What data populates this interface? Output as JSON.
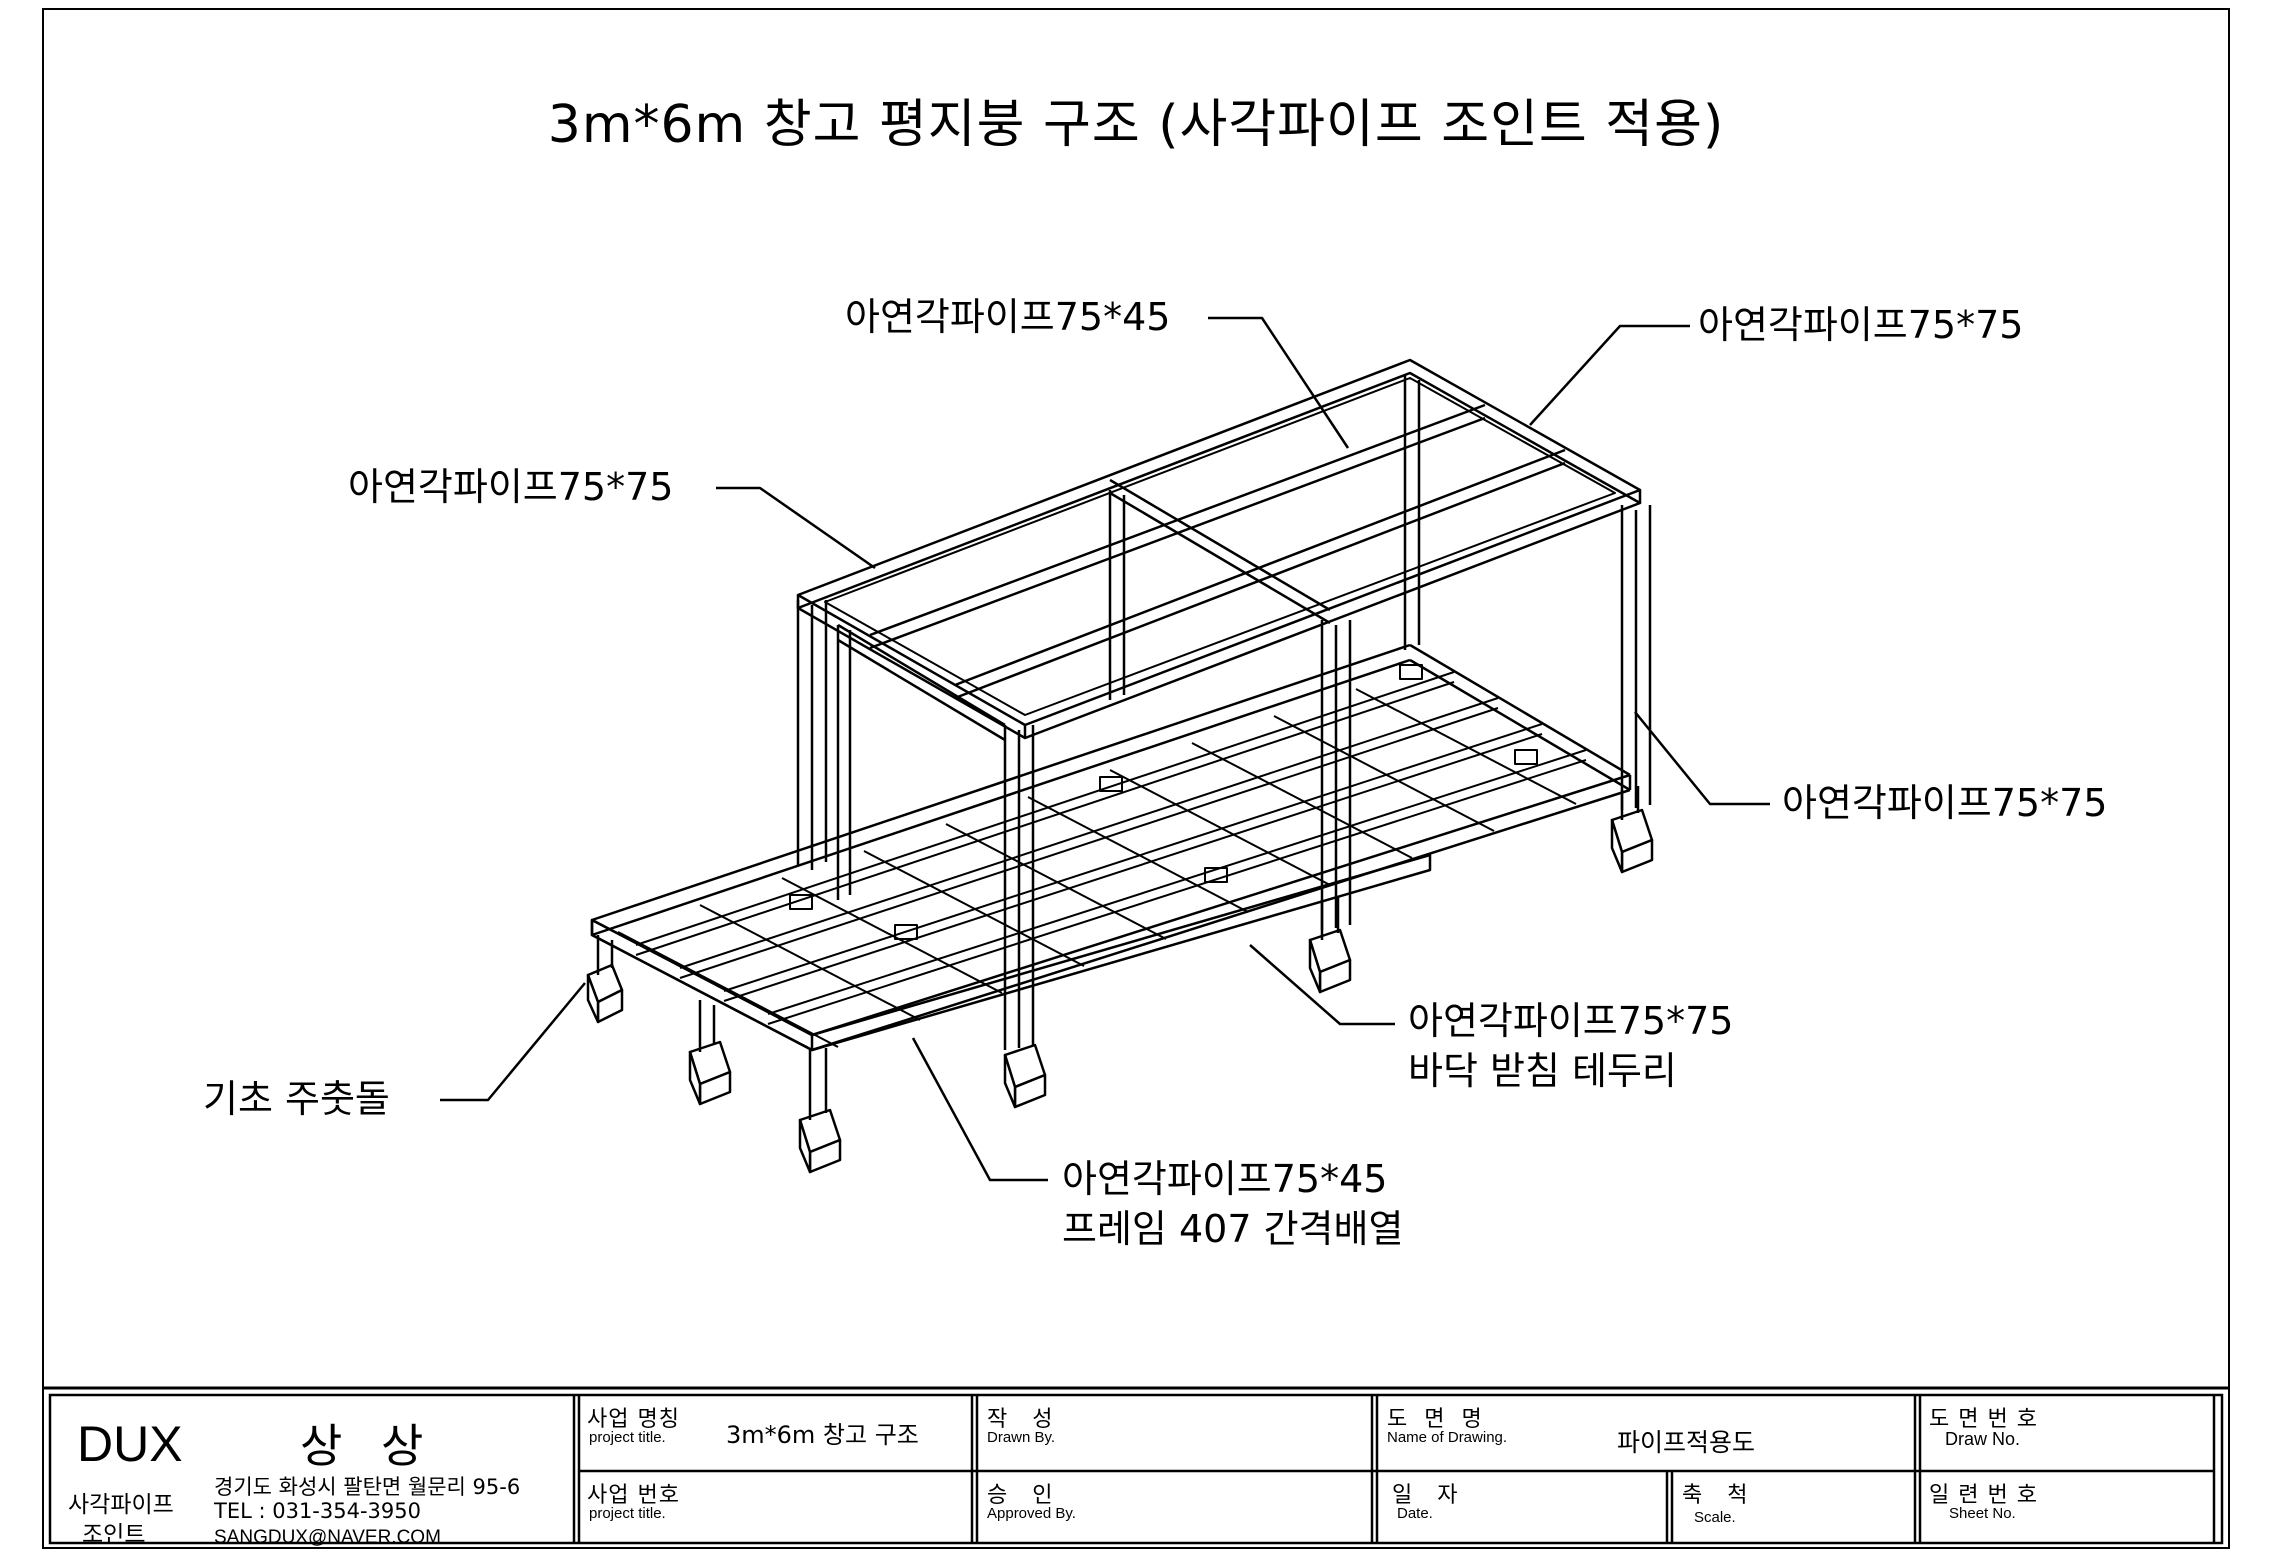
{
  "title": "3m*6m 창고 평지붕 구조 (사각파이프 조인트 적용)",
  "callouts": {
    "top_center": [
      "아연각파이프75*45"
    ],
    "top_right": [
      "아연각파이프75*75"
    ],
    "left_upper": [
      "아연각파이프75*75"
    ],
    "right_middle": [
      "아연각파이프75*75"
    ],
    "bottom_middle": [
      "아연각파이프75*75",
      "바닥 받침 테두리"
    ],
    "left_lower": [
      "기초 주춧돌"
    ],
    "bottom_lower": [
      "아연각파이프75*45",
      "프레임 407 간격배열"
    ]
  },
  "title_block": {
    "company": {
      "logo": "DUX",
      "name": "상 상",
      "tagline_1": "사각파이프",
      "tagline_2": "조인트",
      "address": "경기도 화성시 팔탄면 월문리 95-6",
      "tel": "TEL : 031-354-3950",
      "email": "SANGDUX@NAVER.COM"
    },
    "project_name": {
      "kr": "사업 명칭",
      "en": "project title.",
      "value": "3m*6m 창고 구조"
    },
    "project_no": {
      "kr": "사업 번호",
      "en": "project title.",
      "value": ""
    },
    "drawn": {
      "kr": "작   성",
      "en": "Drawn By.",
      "value": ""
    },
    "approved": {
      "kr": "승   인",
      "en": "Approved By.",
      "value": ""
    },
    "drawing_name": {
      "kr": "도  면  명",
      "en": "Name of Drawing.",
      "value": "파이프적용도"
    },
    "date": {
      "kr": "일   자",
      "en": "Date.",
      "value": ""
    },
    "scale": {
      "kr": "축   척",
      "en": "Scale.",
      "value": ""
    },
    "drawing_no": {
      "kr": "도 면 번 호",
      "en": "Draw No.",
      "value": ""
    },
    "sheet_no": {
      "kr": "일 련 번 호",
      "en": "Sheet No.",
      "value": ""
    }
  }
}
